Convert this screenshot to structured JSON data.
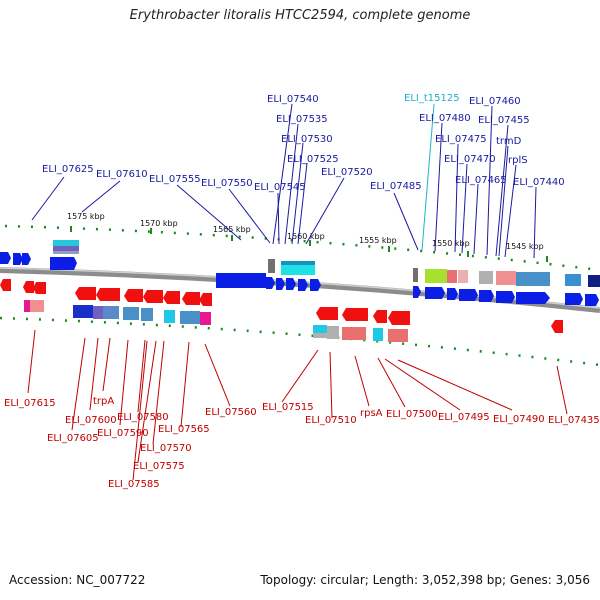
{
  "title": "Erythrobacter litoralis HTCC2594, complete genome",
  "footer": {
    "accession": "Accession: NC_007722",
    "summary": "Topology: circular; Length: 3,052,398 bp; Genes: 3,056"
  },
  "colors": {
    "forward_label": "#1a1aa0",
    "reverse_label": "#c00000",
    "trna_label": "#20b0c8",
    "forward_arrow": "#0a1ee6",
    "reverse_arrow": "#f01010",
    "tick": "#1a8a1a",
    "backbone": "#8c8c8c"
  },
  "ticks": [
    "1575 kbp",
    "1570 kbp",
    "1565 kbp",
    "1560 kbp",
    "1555 kbp",
    "1550 kbp",
    "1545 kbp"
  ],
  "forward_labels": [
    "ELI_07625",
    "ELI_07610",
    "ELI_07555",
    "ELI_07550",
    "ELI_07545",
    "ELI_07540",
    "ELI_07535",
    "ELI_07530",
    "ELI_07525",
    "ELI_07520",
    "ELI_07485",
    "ELI_t15125",
    "ELI_07480",
    "ELI_07475",
    "ELI_07470",
    "ELI_07465",
    "ELI_07460",
    "ELI_07455",
    "trmD",
    "rplS",
    "ELI_07440"
  ],
  "reverse_labels": [
    "ELI_07615",
    "ELI_07600",
    "trpA",
    "ELI_07605",
    "ELI_07590",
    "ELI_07580",
    "ELI_07570",
    "ELI_07575",
    "ELI_07585",
    "ELI_07565",
    "ELI_07560",
    "ELI_07515",
    "ELI_07510",
    "rpsA",
    "ELI_07500",
    "ELI_07495",
    "ELI_07490",
    "ELI_07435"
  ]
}
